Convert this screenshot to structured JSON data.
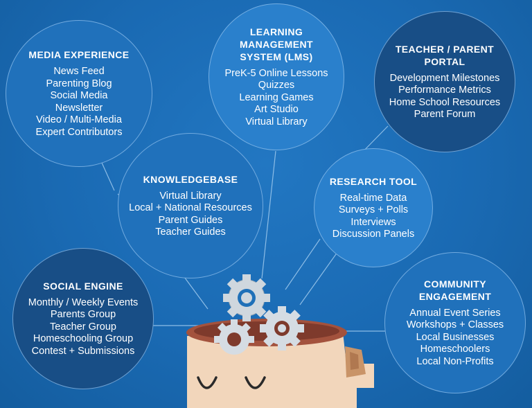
{
  "colors": {
    "background": "#1a6ab3",
    "bubble_dark": "#184e86",
    "bubble_mid": "#2071bb",
    "bubble_light": "#2a80cc",
    "text": "#ffffff"
  },
  "bubbles": {
    "media_experience": {
      "title": "MEDIA EXPERIENCE",
      "items": [
        "News Feed",
        "Parenting Blog",
        "Social Media",
        "Newsletter",
        "Video / Multi-Media",
        "Expert Contributors"
      ]
    },
    "lms": {
      "title": [
        "LEARNING",
        "MANAGEMENT",
        "SYSTEM (LMS)"
      ],
      "items": [
        "PreK-5 Online Lessons",
        "Quizzes",
        "Learning Games",
        "Art Studio",
        "Virtual Library"
      ]
    },
    "teacher_parent_portal": {
      "title": [
        "TEACHER / PARENT",
        "PORTAL"
      ],
      "items": [
        "Development Milestones",
        "Performance Metrics",
        "Home School Resources",
        "Parent Forum"
      ]
    },
    "knowledgebase": {
      "title": "KNOWLEDGEBASE",
      "items": [
        "Virtual Library",
        "Local + National Resources",
        "Parent Guides",
        "Teacher Guides"
      ]
    },
    "research_tool": {
      "title": "RESEARCH TOOL",
      "items": [
        "Real-time Data",
        "Surveys + Polls",
        "Interviews",
        "Discussion Panels"
      ]
    },
    "social_engine": {
      "title": "SOCIAL ENGINE",
      "items": [
        "Monthly / Weekly  Events",
        "Parents Group",
        "Teacher Group",
        "Homeschooling Group",
        "Contest + Submissions"
      ]
    },
    "community_engagement": {
      "title": [
        "COMMUNITY",
        "ENGAGEMENT"
      ],
      "items": [
        "Annual Event Series",
        "Workshops + Classes",
        "Local Businesses",
        "Homeschoolers",
        "Local Non-Profits"
      ]
    }
  },
  "icons": [
    "head-icon",
    "gear-icon",
    "gear-icon",
    "gear-icon"
  ]
}
